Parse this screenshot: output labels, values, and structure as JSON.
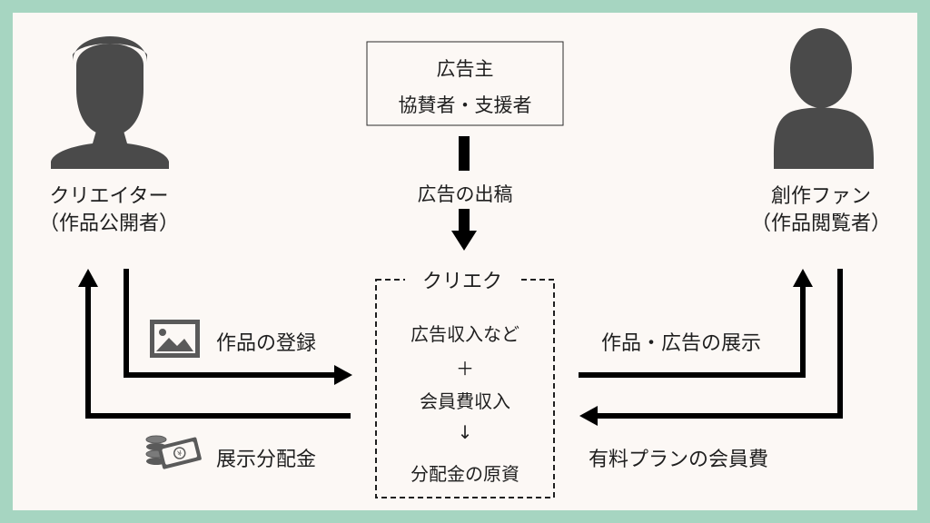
{
  "colors": {
    "frame": "#a6d5c1",
    "background": "#fcf8f5",
    "figure": "#4a4a4a",
    "ink": "#1f1f1f"
  },
  "icons": {
    "creator": "person-silhouette-icon",
    "fan": "person-silhouette-icon",
    "image": "image-icon",
    "money": "money-stack-yen-icon"
  },
  "creator": {
    "label": "クリエイター",
    "sublabel": "（作品公開者）"
  },
  "fan": {
    "label": "創作ファン",
    "sublabel": "（作品閲覧者）"
  },
  "advertiser": {
    "line1": "広告主",
    "line2": "協賛者・支援者"
  },
  "flows": {
    "ad_placement": "広告の出稿",
    "work_registration": "作品の登録",
    "distribution": "展示分配金",
    "display": "作品・広告の展示",
    "membership_fee": "有料プランの会員費"
  },
  "platform": {
    "name": "クリエク",
    "line1": "広告収入など",
    "plus": "＋",
    "line2": "会員費収入",
    "arrow": "↓",
    "line3": "分配金の原資"
  }
}
